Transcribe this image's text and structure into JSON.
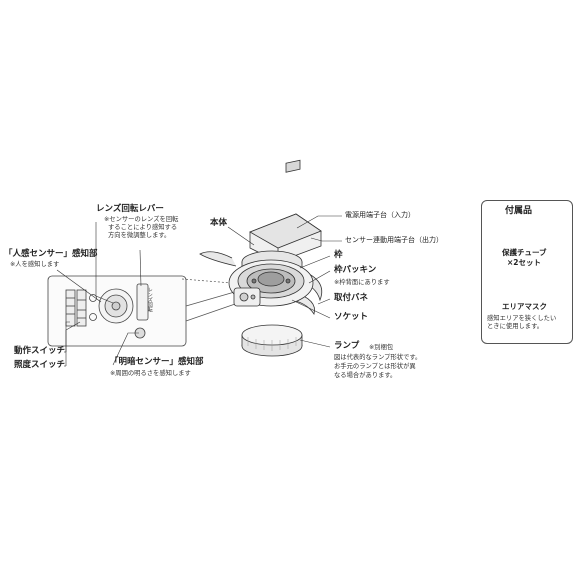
{
  "labels": {
    "lens_lever": "レンズ回転レバー",
    "lens_lever_note": [
      "※センサーのレンズを回転",
      "することにより感知する",
      "方向を微調整します。"
    ],
    "human_sensor": "「人感センサー」感知部",
    "human_sensor_note": "※人を感知します",
    "operation_switch": "動作スイッチ",
    "illuminance_switch": "照度スイッチ",
    "brightness_sensor": "「明暗センサー」感知部",
    "brightness_sensor_note": "※周囲の明るさを感知します",
    "body": "本体",
    "power_terminal": "電源用端子台（入力）",
    "sensor_terminal": "センサー連動用端子台（出力）",
    "frame": "枠",
    "frame_packing": "枠パッキン",
    "frame_packing_note": "※枠背面にあります",
    "spring": "取付バネ",
    "socket": "ソケット",
    "lamp": "ランプ",
    "lamp_note_tag": "※別梱包",
    "lamp_note": [
      "図は代表的なランプ形状です。",
      "お手元のランプとは形状が異",
      "なる場合があります。"
    ]
  },
  "accessories": {
    "title": "付属品",
    "tube_label": "保護チューブ",
    "tube_count": "×2セット",
    "mask_label": "エリアマスク",
    "mask_note": [
      "感知エリアを狭くしたい",
      "ときに使用します。"
    ]
  },
  "sensor_panel": {
    "vertical_text": "レンズ回転"
  }
}
